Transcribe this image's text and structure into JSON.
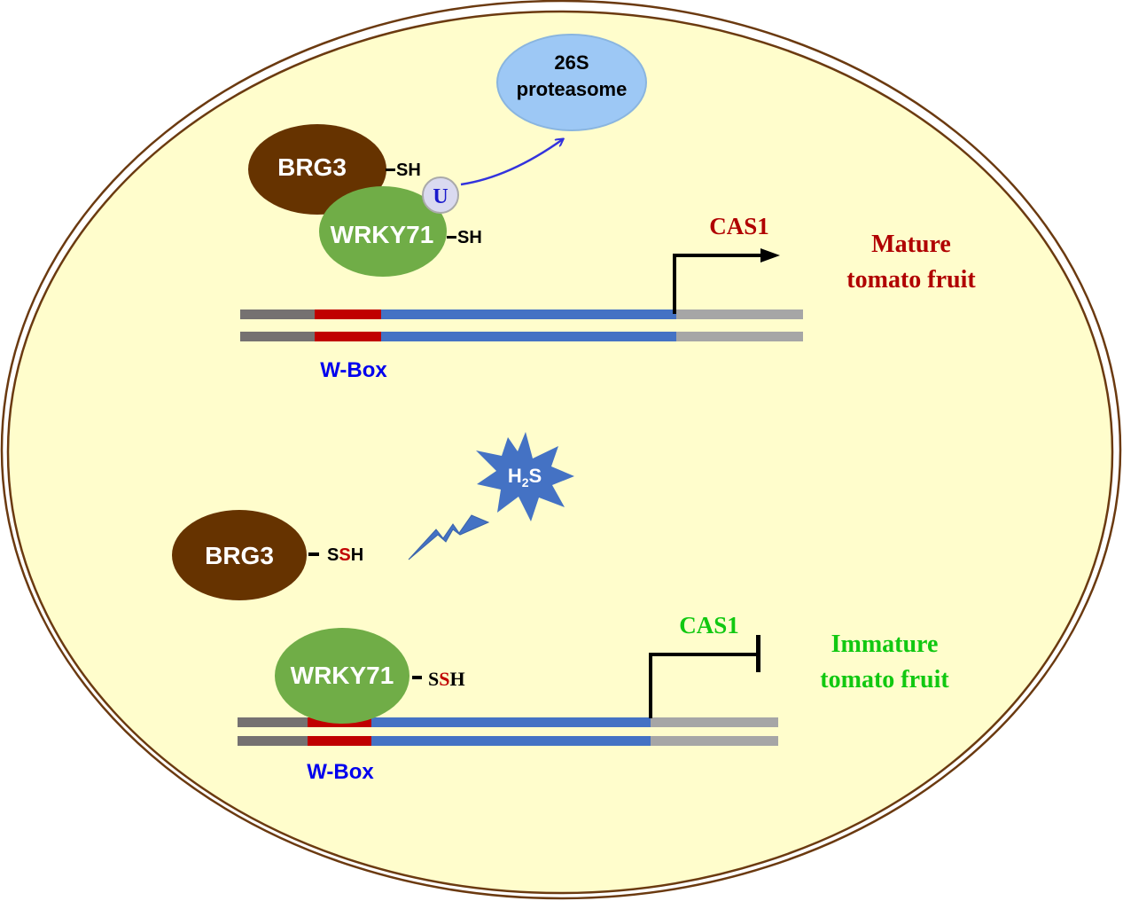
{
  "colors": {
    "cell_fill": "#fffdcc",
    "cell_border": "#6b3a10",
    "brg3": "#663300",
    "wrky71": "#70ad47",
    "proteasome": "#9dc8f5",
    "ubiquitin": "#dadaf0",
    "dna_gray_dark": "#757171",
    "dna_wbox": "#c00000",
    "dna_gene": "#4472c4",
    "dna_gray_light": "#a6a6a6",
    "h2s": "#4472c4",
    "wbox_label": "#0000ee",
    "mature_label": "#b00000",
    "immature_label": "#11c811",
    "arrow_blue": "#3333dd"
  },
  "top_panel": {
    "proteasome_line1": "26S",
    "proteasome_line2": "proteasome",
    "brg3_label": "BRG3",
    "brg3_group": "SH",
    "wrky71_label": "WRKY71",
    "wrky71_group": "SH",
    "ubiquitin_label": "U",
    "gene_label": "CAS1",
    "wbox_label": "W-Box",
    "state_line1": "Mature",
    "state_line2": "tomato fruit",
    "transcription": "activated"
  },
  "bottom_panel": {
    "h2s_main": "H",
    "h2s_sub": "2",
    "h2s_tail": "S",
    "brg3_label": "BRG3",
    "brg3_group": [
      "S",
      "S",
      "H"
    ],
    "wrky71_label": "WRKY71",
    "wrky71_group": [
      "S",
      "S",
      "H"
    ],
    "gene_label": "CAS1",
    "wbox_label": "W-Box",
    "state_line1": "Immature",
    "state_line2": "tomato fruit",
    "transcription": "repressed"
  }
}
